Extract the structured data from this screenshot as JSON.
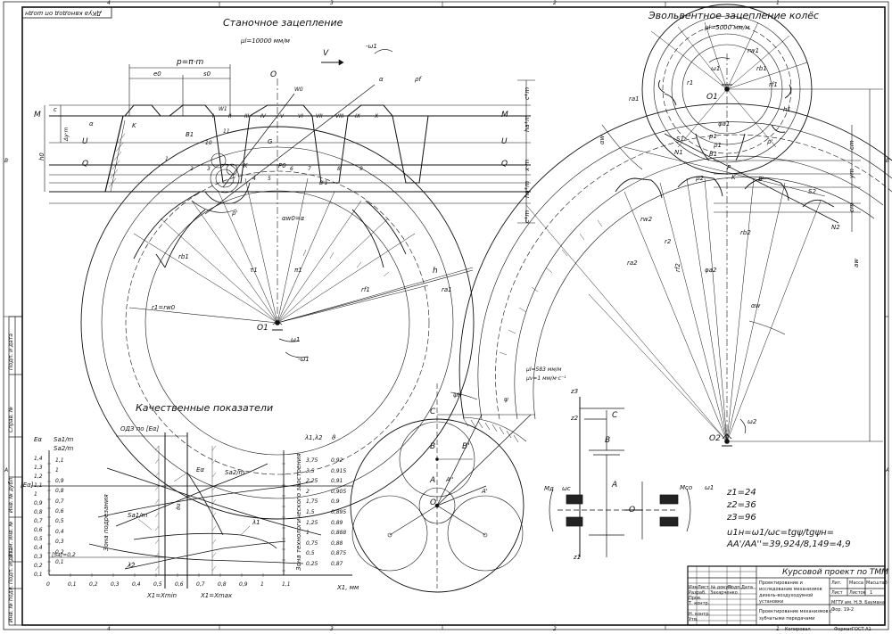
{
  "stamp_top": "ДКуа квнодод оп шодн",
  "frame": {
    "zone_numbers": [
      "4",
      "3",
      "2",
      "1"
    ],
    "zone_letters": [
      "B",
      "A"
    ],
    "side_labels": [
      "Подп. и дата",
      "Инв. № дубл.",
      "Взам. инв. №",
      "Подп. и дата",
      "Инв. № подл.",
      "Справ. №",
      "Перв. примен."
    ]
  },
  "machine_mesh": {
    "title": "Станочное зацепление",
    "scale": "μl=10000 мм/м",
    "labels": {
      "p": "p=π·m",
      "e0": "e0",
      "s0": "s0",
      "O": "O",
      "V": "V",
      "omega_minus": "-ω1",
      "alpha_top": "α",
      "rho_f": "ρf",
      "W0": "W0",
      "W1": "W1",
      "M": "M",
      "U": "U",
      "Q": "Q",
      "c": "c",
      "h0": "h0",
      "dym": "Δy·m",
      "alpha_left": "α",
      "K": "K",
      "B1": "B1",
      "G": "G",
      "P0": "P0",
      "K2": "K",
      "B1b": "B'1",
      "rho": "ρ'",
      "alpha_w0": "αw0=α",
      "r_b1": "rb1",
      "tau1": "τ1",
      "pi1": "π1",
      "h": "h",
      "r_f1": "rf1",
      "r_a1": "ra1",
      "r1": "r1=rw0",
      "O1": "O1",
      "omega1": "ω1",
      "omega1_neg": "-ω1",
      "c_m": "c*m",
      "ha_m": "ha*m",
      "x_m": "x·m",
      "ha_m2": "ha*m",
      "c_m2": "c*m"
    },
    "roman": [
      "I",
      "II",
      "III",
      "IV",
      "V",
      "VI",
      "VII",
      "VIII",
      "IX",
      "X"
    ],
    "numbers": [
      "1",
      "2",
      "3",
      "4",
      "5",
      "6",
      "7",
      "8",
      "9",
      "10",
      "11"
    ]
  },
  "involute_mesh": {
    "title": "Эвольвентное зацепление колёс",
    "scale": "μl=5000 мм/м",
    "labels": {
      "omega1": "ω1",
      "r_w1": "rw1",
      "r_b1": "rb1",
      "r_f1": "rf1",
      "r1": "r1",
      "r_a1": "ra1",
      "O1": "O1",
      "phi_a1": "φa1",
      "h1": "h1",
      "alpha_w": "αw",
      "S1": "S1",
      "p1": "p1",
      "rho1": "ρ1",
      "rho1b": "ρ'",
      "P": "P",
      "B1": "B1",
      "K": "K",
      "B2": "B'",
      "S2": "S2",
      "N1": "N1",
      "N2": "N2",
      "p2": "ρ2",
      "cm": "cm",
      "ym": "ym",
      "cm2": "cm",
      "r_w2": "rw2",
      "r2": "r2",
      "r_f2": "rf2",
      "r_b2": "rb2",
      "r_a2": "ra2",
      "phi_a2": "φa2",
      "alpha_w2": "αw",
      "aw": "aw",
      "O2": "O2",
      "omega2": "ω2"
    }
  },
  "quality": {
    "title": "Качественные показатели",
    "y_left_title": [
      "Eα",
      "Sa1/m",
      "Sa2/m"
    ],
    "y_left_ticks": [
      "1,4",
      "1,3",
      "1,2",
      "1,1",
      "1",
      "0,9",
      "0,8",
      "0,7",
      "0,6",
      "0,5",
      "0,4",
      "0,3",
      "0,2",
      "0,1"
    ],
    "y_left_ticks2": [
      "1,1",
      "1",
      "0,9",
      "0,8",
      "0,7",
      "0,6",
      "0,5",
      "0,4",
      "0,3",
      "0,2",
      "0,1"
    ],
    "y_right_title": "λ1,λ2",
    "y_right_title2": "ϑ",
    "y_right_ticks": [
      "3,75",
      "3,5",
      "2,25",
      "2",
      "1,75",
      "1,5",
      "1,25",
      "1",
      "0,75",
      "0,5",
      "0,25"
    ],
    "y_right_ticks2": [
      "0,92",
      "0,915",
      "0,91",
      "0,905",
      "0,9",
      "0,895",
      "0,89",
      "0,888",
      "0,88",
      "0,875",
      "0,87"
    ],
    "x_ticks": [
      "0",
      "0,1",
      "0,2",
      "0,3",
      "0,4",
      "0,5",
      "0,6",
      "0,7",
      "0,8",
      "0,9",
      "1",
      "1,1"
    ],
    "x_label": "X1, мм",
    "odz": "ОДЗ по [Eα]",
    "eal": "[Eα]",
    "eal_lim": "[Eα=1,1]",
    "zone_undercut": "Зона подрезания",
    "zone_tech": "Зона технологического заострения",
    "series": [
      "Eα",
      "Sa2/m",
      "Sa1/m",
      "λ1",
      "λ2",
      "ϑα"
    ],
    "xmin": "X1=Xmin",
    "xmax": "X1=Xmax",
    "limit_low": "[Sa]=0,2"
  },
  "planetary": {
    "scale1": "μl=583 мм/м",
    "scale2": "μv=1 мм/м·с⁻¹",
    "psi_H": "ψH",
    "psi": "ψ",
    "C": "C",
    "B": "B",
    "B2": "B'",
    "A": "A",
    "A2": "A''",
    "A3": "A'",
    "O": "O"
  },
  "kinematic": {
    "z3": "z3",
    "z2": "z2",
    "z1": "z1",
    "C": "C",
    "B": "B",
    "A": "A",
    "O": "O",
    "Md": "Mд",
    "omega_c": "ωc",
    "M_soo": "Mсо",
    "omega1": "ω1",
    "z1v": "z1=24",
    "z2v": "z2=36",
    "z3v": "z3=96",
    "formula1": "u1н=ω1/ωc=tgψ/tgψн=",
    "formula2": "AA'/AA''=39,924/8,149=4,9"
  },
  "title_block": {
    "course": "Курсовой проект по ТММ",
    "desc1": "Проектирование и",
    "desc2": "исследование механизмов",
    "desc3": "дизель-воздуходувной",
    "desc4": "установки",
    "desc5": "Проектирование механизмов с",
    "desc6": "зубчатыми передачами",
    "org1": "МГТУ им. Н.Э. Баумана",
    "org2": "Фор. 19-2",
    "lit": "Лит.",
    "mass": "Масса",
    "scale": "Масштаб",
    "sheet": "Лист",
    "sheets": "Листов",
    "sheets_n": "1",
    "format": "Формат",
    "format_val": "ГОСТ А1",
    "copied": "Копировал",
    "row_labels": [
      "Изм",
      "Лист",
      "№ докум.",
      "Подп.",
      "Дата"
    ],
    "role_labels": [
      "Разраб.",
      "Пров.",
      "Т. контр.",
      "",
      "Н. контр.",
      "Утв."
    ],
    "dev_name": "Захарченко"
  }
}
